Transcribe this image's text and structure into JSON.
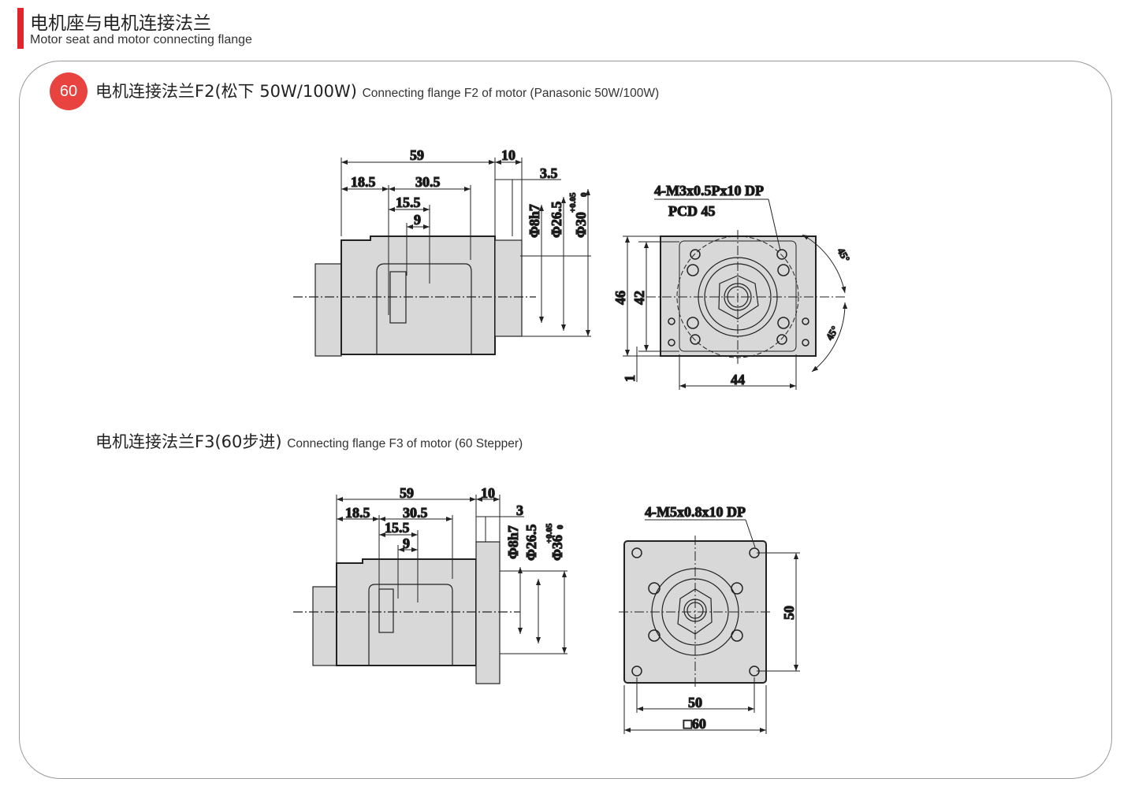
{
  "header": {
    "title_cn": "电机座与电机连接法兰",
    "title_en": "Motor seat and motor connecting flange"
  },
  "section1": {
    "badge": "60",
    "title_cn": "电机连接法兰F2(松下 50W/100W)",
    "title_en": "Connecting flange F2 of motor  (Panasonic 50W/100W)",
    "dims": {
      "d59": "59",
      "d10": "10",
      "d35": "3.5",
      "d185": "18.5",
      "d305": "30.5",
      "d155": "15.5",
      "d9": "9",
      "phi8": "Φ8h7",
      "phi265": "Φ26.5",
      "phi30": "Φ30",
      "tol": "+0.05",
      "tol0": "0",
      "thread": "4-M3x0.5Px10 DP",
      "pcd": "PCD 45",
      "d46": "46",
      "d42": "42",
      "d1": "1",
      "d44": "44",
      "a45a": "45°",
      "a45b": "45°"
    }
  },
  "section2": {
    "title_cn": "电机连接法兰F3(60步进)",
    "title_en": "Connecting flange F3 of motor  (60 Stepper)",
    "dims": {
      "d59": "59",
      "d10": "10",
      "d3": "3",
      "d185": "18.5",
      "d305": "30.5",
      "d155": "15.5",
      "d9": "9",
      "phi8": "Φ8h7",
      "phi265": "Φ26.5",
      "phi36": "Φ36",
      "tol": "+0.05",
      "tol0": "0",
      "thread": "4-M5x0.8x10 DP",
      "d50v": "50",
      "d50h": "50",
      "sq60": "□60"
    }
  }
}
